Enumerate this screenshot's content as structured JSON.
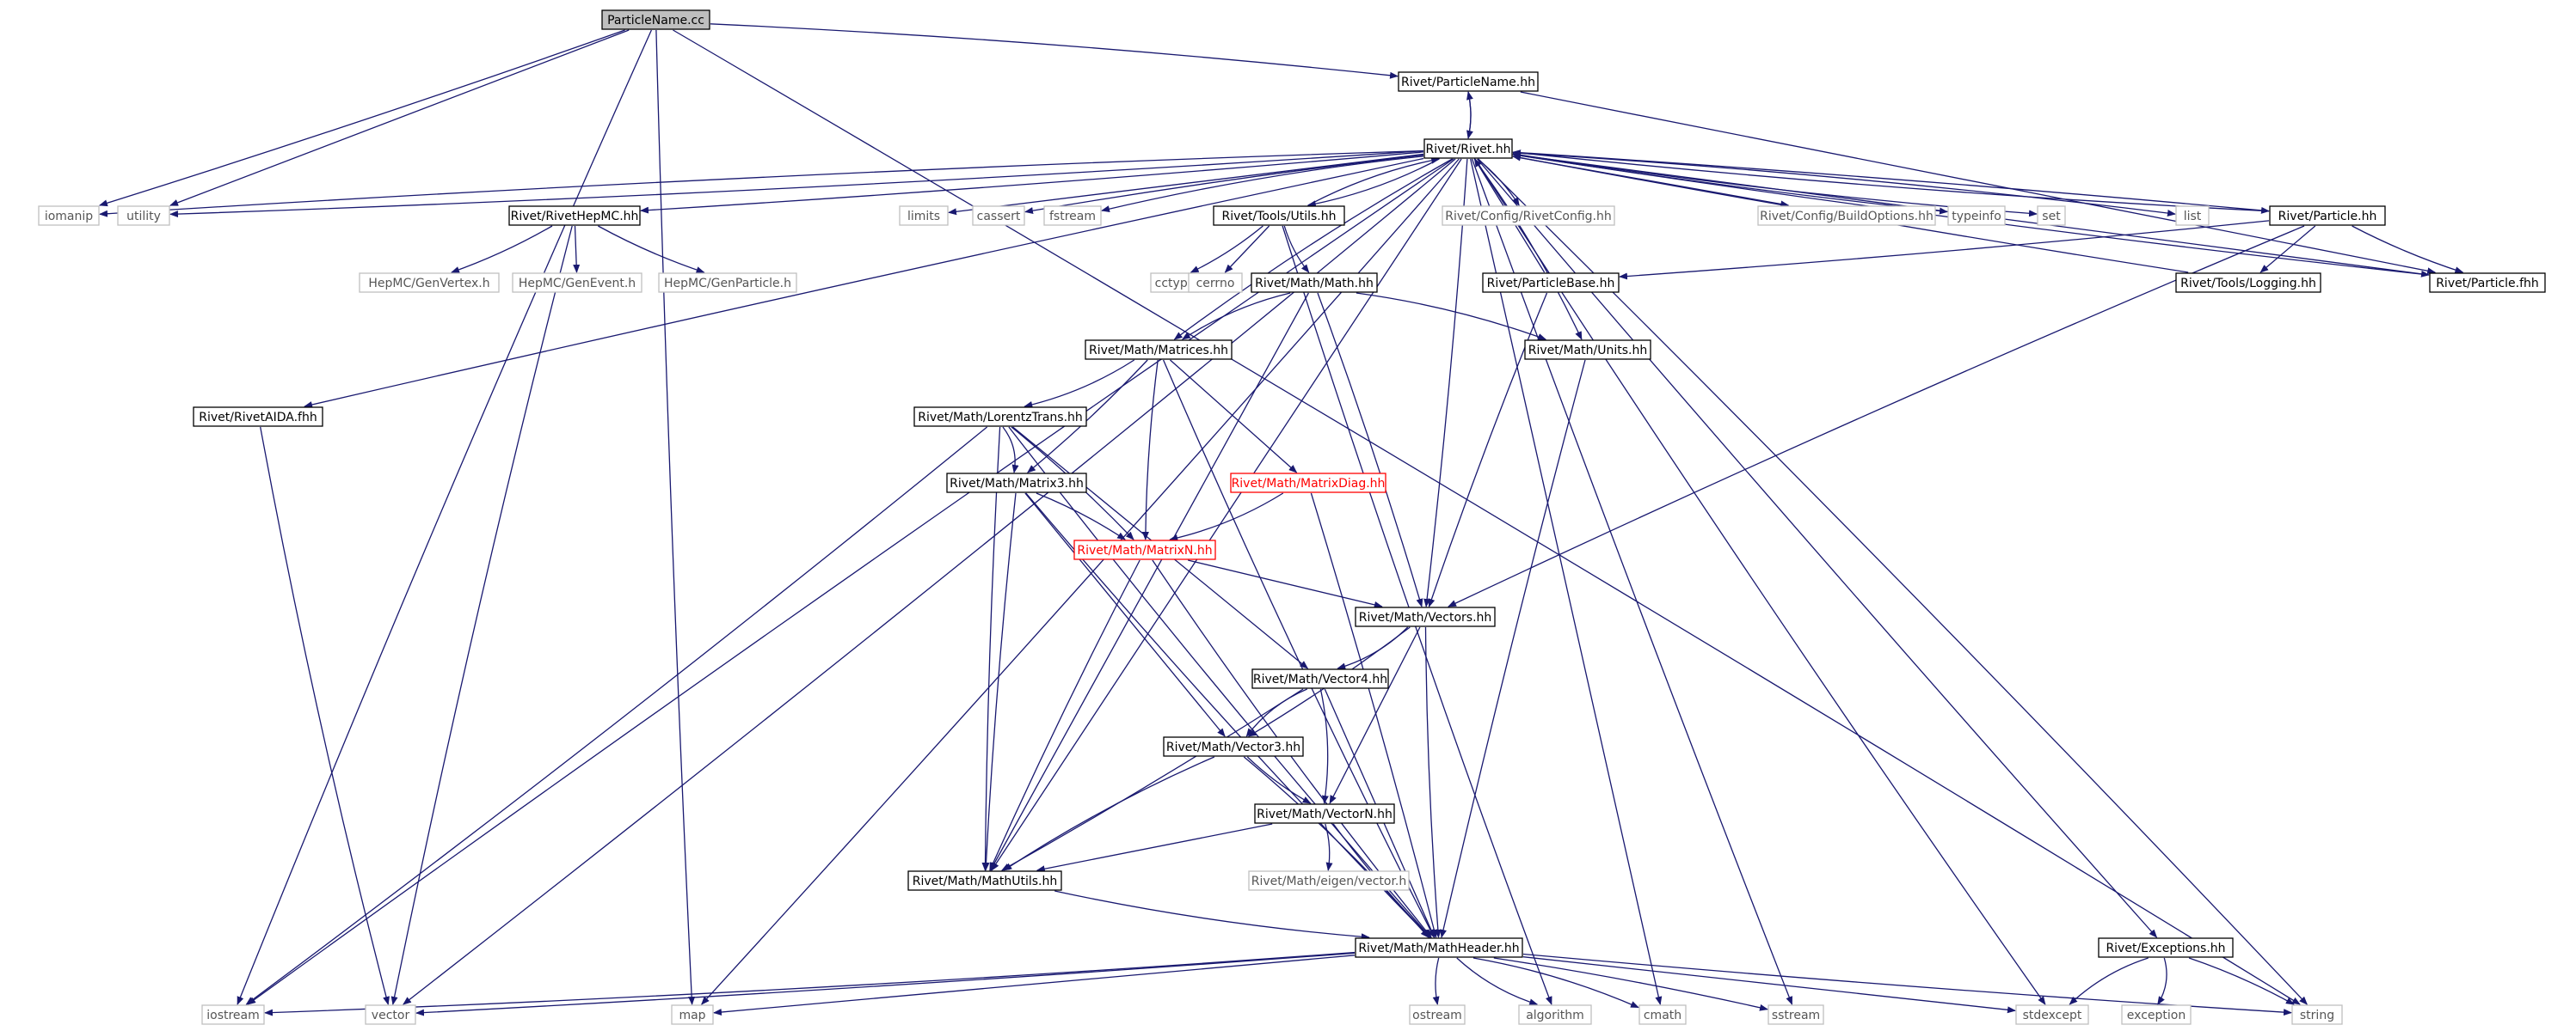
{
  "diagram": {
    "nodes": [
      {
        "id": "pn_cc",
        "label": "ParticleName.cc",
        "style": "root"
      },
      {
        "id": "pn_hh",
        "label": "Rivet/ParticleName.hh",
        "style": "normal"
      },
      {
        "id": "rivet",
        "label": "Rivet/Rivet.hh",
        "style": "normal"
      },
      {
        "id": "iomanip",
        "label": "iomanip",
        "style": "external"
      },
      {
        "id": "utility",
        "label": "utility",
        "style": "external"
      },
      {
        "id": "rivethepmc",
        "label": "Rivet/RivetHepMC.hh",
        "style": "normal"
      },
      {
        "id": "limits",
        "label": "limits",
        "style": "external"
      },
      {
        "id": "cassert",
        "label": "cassert",
        "style": "external"
      },
      {
        "id": "fstream",
        "label": "fstream",
        "style": "external"
      },
      {
        "id": "toolsutils",
        "label": "Rivet/Tools/Utils.hh",
        "style": "normal"
      },
      {
        "id": "rivetconfig",
        "label": "Rivet/Config/RivetConfig.hh",
        "style": "external"
      },
      {
        "id": "buildoptions",
        "label": "Rivet/Config/BuildOptions.hh",
        "style": "external"
      },
      {
        "id": "typeinfo",
        "label": "typeinfo",
        "style": "external"
      },
      {
        "id": "set",
        "label": "set",
        "style": "external"
      },
      {
        "id": "list",
        "label": "list",
        "style": "external"
      },
      {
        "id": "particle",
        "label": "Rivet/Particle.hh",
        "style": "normal"
      },
      {
        "id": "particlefhh",
        "label": "Rivet/Particle.fhh",
        "style": "normal"
      },
      {
        "id": "genvertex",
        "label": "HepMC/GenVertex.h",
        "style": "external"
      },
      {
        "id": "genevent",
        "label": "HepMC/GenEvent.h",
        "style": "external"
      },
      {
        "id": "genparticle",
        "label": "HepMC/GenParticle.h",
        "style": "external"
      },
      {
        "id": "cctype",
        "label": "cctype",
        "style": "external"
      },
      {
        "id": "cerrno",
        "label": "cerrno",
        "style": "external"
      },
      {
        "id": "math",
        "label": "Rivet/Math/Math.hh",
        "style": "normal"
      },
      {
        "id": "particlebase",
        "label": "Rivet/ParticleBase.hh",
        "style": "normal"
      },
      {
        "id": "logging",
        "label": "Rivet/Tools/Logging.hh",
        "style": "normal"
      },
      {
        "id": "matrices",
        "label": "Rivet/Math/Matrices.hh",
        "style": "normal"
      },
      {
        "id": "units",
        "label": "Rivet/Math/Units.hh",
        "style": "normal"
      },
      {
        "id": "rivetaida",
        "label": "Rivet/RivetAIDA.fhh",
        "style": "normal"
      },
      {
        "id": "lorentz",
        "label": "Rivet/Math/LorentzTrans.hh",
        "style": "normal"
      },
      {
        "id": "matrix3",
        "label": "Rivet/Math/Matrix3.hh",
        "style": "normal"
      },
      {
        "id": "matrixdiag",
        "label": "Rivet/Math/MatrixDiag.hh",
        "style": "red"
      },
      {
        "id": "matrixn",
        "label": "Rivet/Math/MatrixN.hh",
        "style": "red"
      },
      {
        "id": "vectors",
        "label": "Rivet/Math/Vectors.hh",
        "style": "normal"
      },
      {
        "id": "vector4",
        "label": "Rivet/Math/Vector4.hh",
        "style": "normal"
      },
      {
        "id": "vector3",
        "label": "Rivet/Math/Vector3.hh",
        "style": "normal"
      },
      {
        "id": "vectorn",
        "label": "Rivet/Math/VectorN.hh",
        "style": "normal"
      },
      {
        "id": "eigenvector",
        "label": "Rivet/Math/eigen/vector.h",
        "style": "external"
      },
      {
        "id": "mathutils",
        "label": "Rivet/Math/MathUtils.hh",
        "style": "normal"
      },
      {
        "id": "mathheader",
        "label": "Rivet/Math/MathHeader.hh",
        "style": "normal"
      },
      {
        "id": "exceptions",
        "label": "Rivet/Exceptions.hh",
        "style": "normal"
      },
      {
        "id": "iostream",
        "label": "iostream",
        "style": "external"
      },
      {
        "id": "vector",
        "label": "vector",
        "style": "external"
      },
      {
        "id": "map",
        "label": "map",
        "style": "external"
      },
      {
        "id": "ostream",
        "label": "ostream",
        "style": "external"
      },
      {
        "id": "algorithm",
        "label": "algorithm",
        "style": "external"
      },
      {
        "id": "cmath",
        "label": "cmath",
        "style": "external"
      },
      {
        "id": "sstream",
        "label": "sstream",
        "style": "external"
      },
      {
        "id": "stdexcept",
        "label": "stdexcept",
        "style": "external"
      },
      {
        "id": "exception",
        "label": "exception",
        "style": "external"
      },
      {
        "id": "string",
        "label": "string",
        "style": "external"
      }
    ],
    "edges": [
      [
        "pn_cc",
        "pn_hh"
      ],
      [
        "pn_cc",
        "iomanip"
      ],
      [
        "pn_cc",
        "utility"
      ],
      [
        "pn_cc",
        "map"
      ],
      [
        "pn_cc",
        "iostream"
      ],
      [
        "pn_cc",
        "string"
      ],
      [
        "pn_hh",
        "rivet"
      ],
      [
        "pn_hh",
        "particlefhh"
      ],
      [
        "rivet",
        "pn_hh"
      ],
      [
        "rivet",
        "iomanip"
      ],
      [
        "rivet",
        "utility"
      ],
      [
        "rivet",
        "rivethepmc"
      ],
      [
        "rivet",
        "limits"
      ],
      [
        "rivet",
        "cassert"
      ],
      [
        "rivet",
        "fstream"
      ],
      [
        "rivet",
        "toolsutils"
      ],
      [
        "rivet",
        "rivetconfig"
      ],
      [
        "rivet",
        "buildoptions"
      ],
      [
        "rivet",
        "typeinfo"
      ],
      [
        "rivet",
        "set"
      ],
      [
        "rivet",
        "list"
      ],
      [
        "rivet",
        "particle"
      ],
      [
        "rivet",
        "particlefhh"
      ],
      [
        "rivet",
        "rivetaida"
      ],
      [
        "rivet",
        "matrices"
      ],
      [
        "rivet",
        "units"
      ],
      [
        "rivet",
        "vectors"
      ],
      [
        "rivet",
        "mathutils"
      ],
      [
        "rivet",
        "exceptions"
      ],
      [
        "rivet",
        "iostream"
      ],
      [
        "rivet",
        "vector"
      ],
      [
        "rivet",
        "map"
      ],
      [
        "rivet",
        "cmath"
      ],
      [
        "rivet",
        "sstream"
      ],
      [
        "rivet",
        "stdexcept"
      ],
      [
        "rivet",
        "string"
      ],
      [
        "rivethepmc",
        "genvertex"
      ],
      [
        "rivethepmc",
        "genevent"
      ],
      [
        "rivethepmc",
        "genparticle"
      ],
      [
        "rivethepmc",
        "vector"
      ],
      [
        "toolsutils",
        "rivet"
      ],
      [
        "toolsutils",
        "cctype"
      ],
      [
        "toolsutils",
        "cerrno"
      ],
      [
        "toolsutils",
        "math"
      ],
      [
        "toolsutils",
        "algorithm"
      ],
      [
        "particle",
        "rivet"
      ],
      [
        "particle",
        "particlebase"
      ],
      [
        "particle",
        "logging"
      ],
      [
        "particle",
        "particlefhh"
      ],
      [
        "particle",
        "vectors"
      ],
      [
        "particlefhh",
        "rivet"
      ],
      [
        "logging",
        "rivet"
      ],
      [
        "particlebase",
        "rivet"
      ],
      [
        "particlebase",
        "vectors"
      ],
      [
        "math",
        "matrices"
      ],
      [
        "math",
        "units"
      ],
      [
        "math",
        "vectors"
      ],
      [
        "math",
        "mathutils"
      ],
      [
        "units",
        "mathheader"
      ],
      [
        "rivetaida",
        "vector"
      ],
      [
        "matrices",
        "lorentz"
      ],
      [
        "matrices",
        "matrix3"
      ],
      [
        "matrices",
        "matrixdiag"
      ],
      [
        "matrices",
        "matrixn"
      ],
      [
        "matrices",
        "mathheader"
      ],
      [
        "lorentz",
        "matrix3"
      ],
      [
        "lorentz",
        "matrixn"
      ],
      [
        "lorentz",
        "vector4"
      ],
      [
        "lorentz",
        "mathutils"
      ],
      [
        "lorentz",
        "mathheader"
      ],
      [
        "lorentz",
        "iostream"
      ],
      [
        "matrix3",
        "matrixn"
      ],
      [
        "matrix3",
        "vector3"
      ],
      [
        "matrix3",
        "mathutils"
      ],
      [
        "matrix3",
        "mathheader"
      ],
      [
        "matrixdiag",
        "matrixn"
      ],
      [
        "matrixdiag",
        "mathheader"
      ],
      [
        "matrixn",
        "vectors"
      ],
      [
        "matrixn",
        "mathutils"
      ],
      [
        "matrixn",
        "mathheader"
      ],
      [
        "vectors",
        "vector4"
      ],
      [
        "vectors",
        "vector3"
      ],
      [
        "vectors",
        "vectorn"
      ],
      [
        "vectors",
        "mathheader"
      ],
      [
        "vector4",
        "vector3"
      ],
      [
        "vector4",
        "vectorn"
      ],
      [
        "vector4",
        "mathutils"
      ],
      [
        "vector4",
        "mathheader"
      ],
      [
        "vector3",
        "vectorn"
      ],
      [
        "vector3",
        "mathutils"
      ],
      [
        "vector3",
        "mathheader"
      ],
      [
        "vectorn",
        "eigenvector"
      ],
      [
        "vectorn",
        "mathutils"
      ],
      [
        "vectorn",
        "mathheader"
      ],
      [
        "mathutils",
        "mathheader"
      ],
      [
        "mathheader",
        "iostream"
      ],
      [
        "mathheader",
        "vector"
      ],
      [
        "mathheader",
        "map"
      ],
      [
        "mathheader",
        "ostream"
      ],
      [
        "mathheader",
        "algorithm"
      ],
      [
        "mathheader",
        "cmath"
      ],
      [
        "mathheader",
        "sstream"
      ],
      [
        "mathheader",
        "stdexcept"
      ],
      [
        "mathheader",
        "string"
      ],
      [
        "exceptions",
        "stdexcept"
      ],
      [
        "exceptions",
        "exception"
      ],
      [
        "exceptions",
        "string"
      ]
    ],
    "colors": {
      "edge": "#191970",
      "normal_border": "#000000",
      "external_border": "#bfbfbf",
      "red_border": "#ff0000",
      "root_fill": "#bfbfbf",
      "normal_text": "#000000",
      "external_text": "#555555"
    }
  }
}
